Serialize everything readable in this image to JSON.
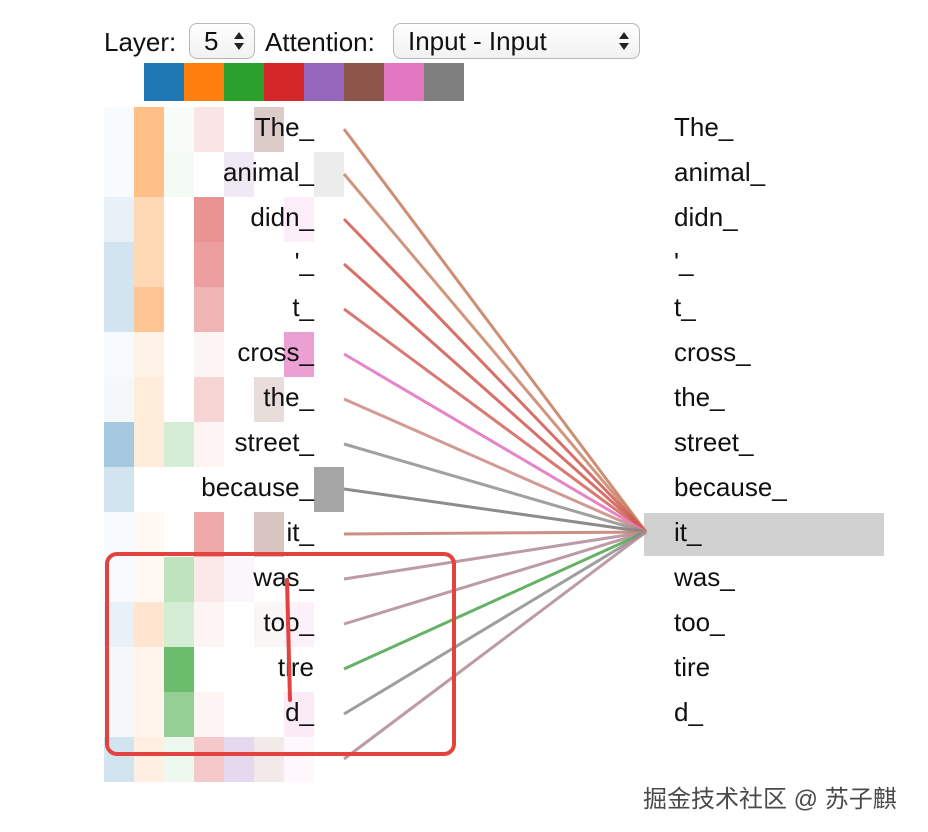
{
  "controls": {
    "layer_label": "Layer:",
    "layer_value": "5",
    "attention_label": "Attention:",
    "attention_value": "Input - Input"
  },
  "head_colors": [
    "#1f77b4",
    "#ff7f0e",
    "#2ca02c",
    "#d62728",
    "#9467bd",
    "#8c564b",
    "#e377c2",
    "#7f7f7f"
  ],
  "tokens_left": [
    "The_",
    "animal_",
    "didn_",
    "'_",
    "t_",
    "cross_",
    "the_",
    "street_",
    "because_",
    "it_",
    "was_",
    "too_",
    "tire",
    "d_"
  ],
  "tokens_right": [
    "The_",
    "animal_",
    "didn_",
    "'_",
    "t_",
    "cross_",
    "the_",
    "street_",
    "because_",
    "it_",
    "was_",
    "too_",
    "tire",
    "d_"
  ],
  "selected_right_token": "it_",
  "lines": [
    {
      "color": "#c47a5b",
      "opacity": 0.85
    },
    {
      "color": "#c47a5b",
      "opacity": 0.8
    },
    {
      "color": "#d0574f",
      "opacity": 0.85
    },
    {
      "color": "#d0574f",
      "opacity": 0.85
    },
    {
      "color": "#d0574f",
      "opacity": 0.8
    },
    {
      "color": "#e377c2",
      "opacity": 0.9
    },
    {
      "color": "#c98a80",
      "opacity": 0.85
    },
    {
      "color": "#8f8f8f",
      "opacity": 0.85
    },
    {
      "color": "#7f7f7f",
      "opacity": 0.9
    },
    {
      "color": "#c27a6f",
      "opacity": 0.85
    },
    {
      "color": "#b08a95",
      "opacity": 0.85
    },
    {
      "color": "#b08a95",
      "opacity": 0.85
    },
    {
      "color": "#4aa34a",
      "opacity": 0.85
    },
    {
      "color": "#8d8d8d",
      "opacity": 0.85
    },
    {
      "color": "#b08a95",
      "opacity": 0.85
    }
  ],
  "watermark": "掘金技术社区 @ 苏子麒"
}
